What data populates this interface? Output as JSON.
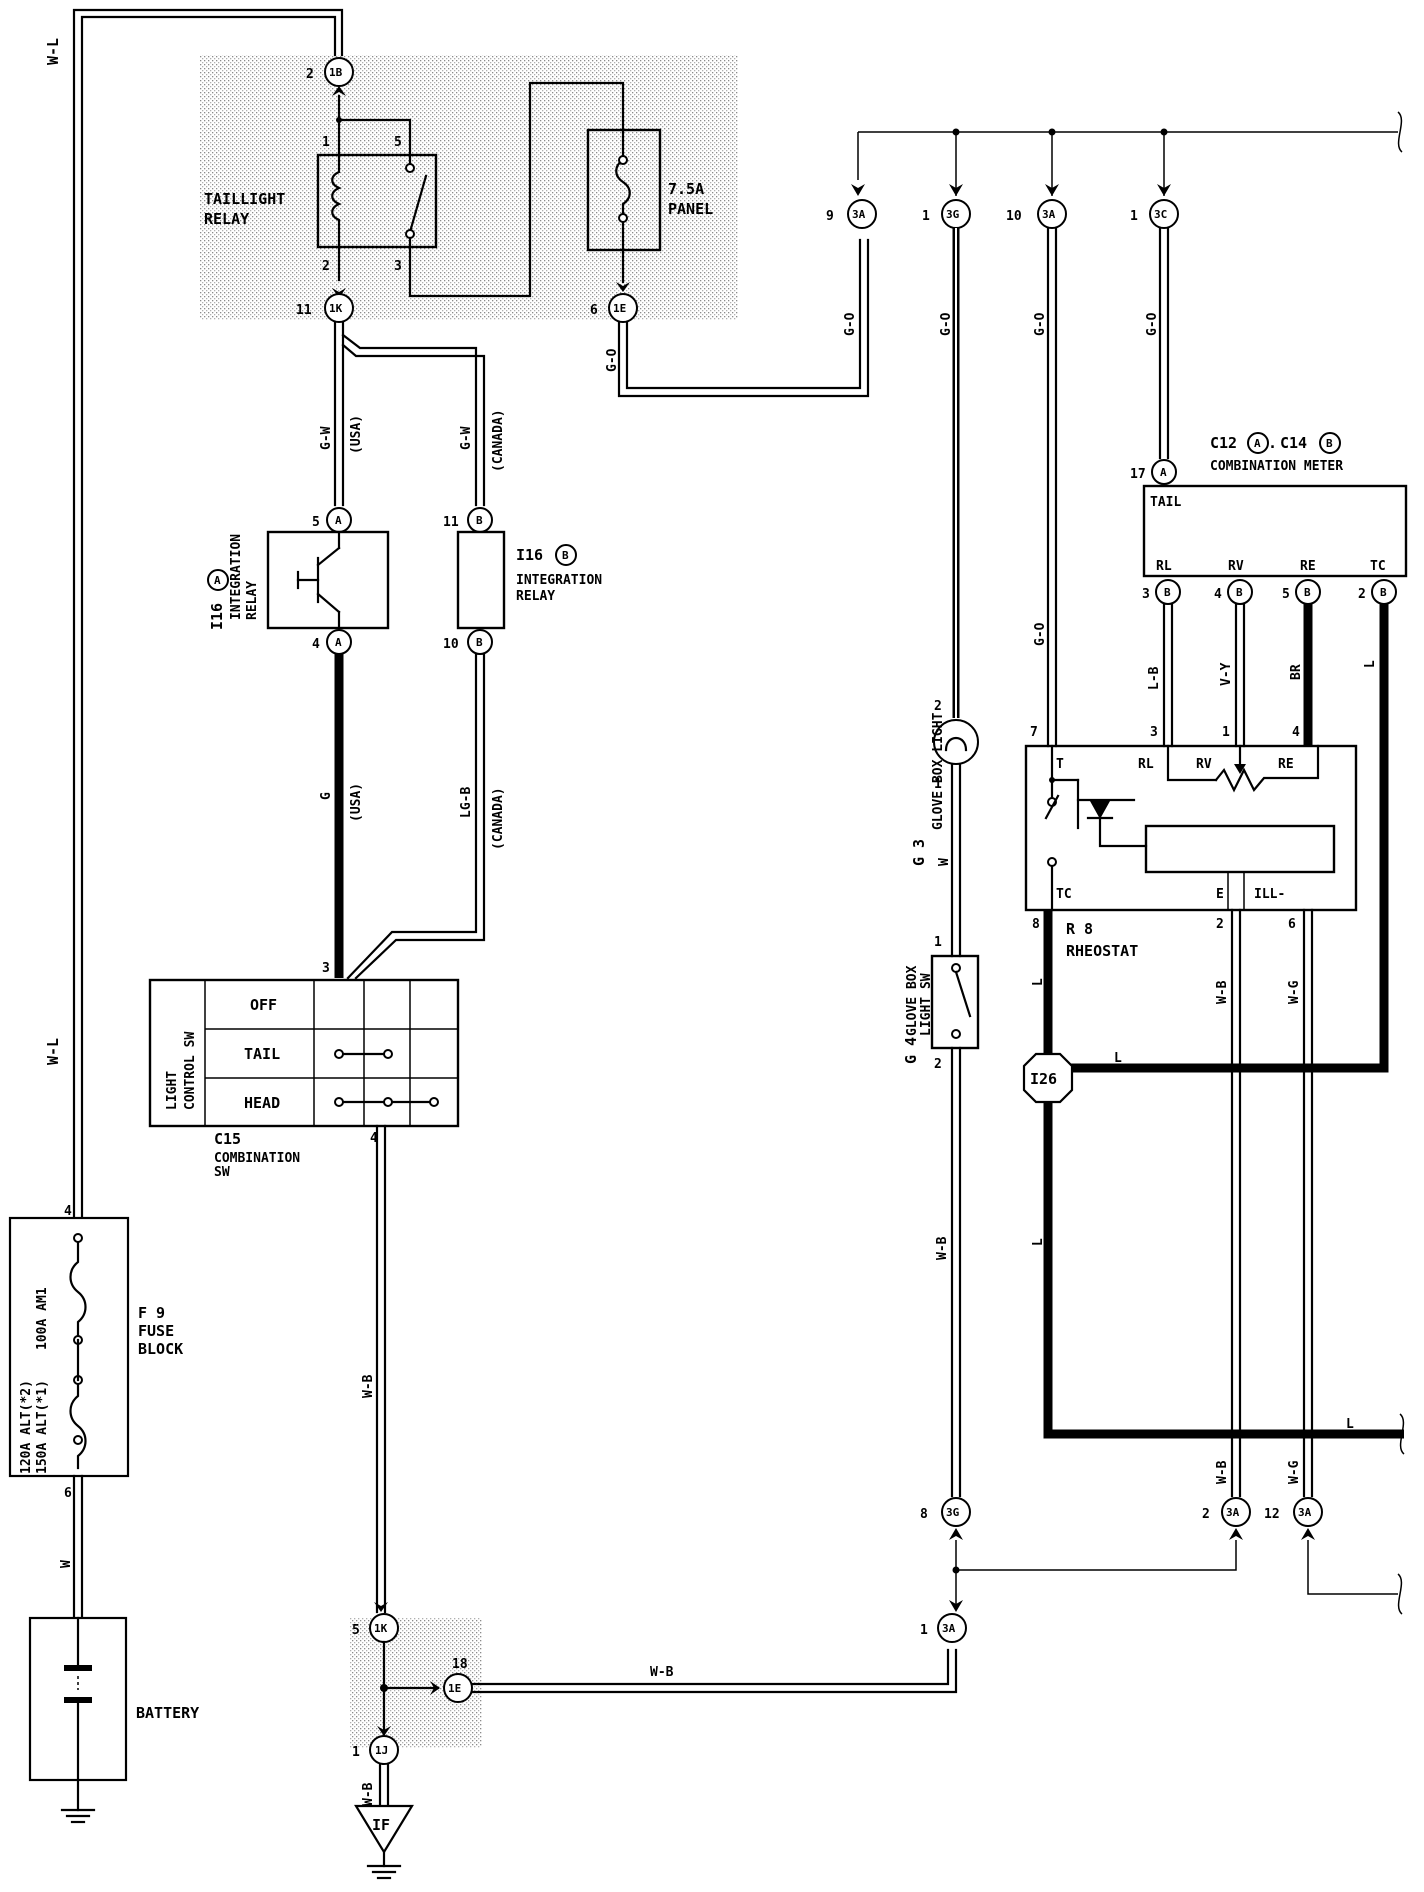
{
  "components": {
    "taillight_relay": {
      "name": "TAILLIGHT",
      "name2": "RELAY"
    },
    "panel_fuse": {
      "rating": "7.5A",
      "name": "PANEL"
    },
    "integration_relay_a": {
      "id": "I16",
      "conn": "A",
      "name": "INTEGRATION",
      "name2": "RELAY"
    },
    "integration_relay_b": {
      "id": "I16",
      "conn": "B",
      "name": "INTEGRATION",
      "name2": "RELAY"
    },
    "combination_sw": {
      "id": "C15",
      "name": "COMBINATION",
      "name2": "SW",
      "side_label": "LIGHT",
      "side_label2": "CONTROL SW",
      "positions": [
        "OFF",
        "TAIL",
        "HEAD"
      ]
    },
    "fuse_block": {
      "id": "F 9",
      "name": "FUSE",
      "name2": "BLOCK",
      "fuse1": "100A AM1",
      "fuse2a": "150A ALT(*1)",
      "fuse2b": "120A ALT(*2)"
    },
    "battery": {
      "name": "BATTERY"
    },
    "combination_meter": {
      "id_a": "C12",
      "conn_a": "A",
      "sep": ".",
      "id_b": "C14",
      "conn_b": "B",
      "name": "COMBINATION METER",
      "inner": "TAIL",
      "terminals": [
        "RL",
        "RV",
        "RE",
        "TC"
      ]
    },
    "rheostat": {
      "id": "R 8",
      "name": "RHEOSTAT",
      "terminals_top": [
        "T",
        "RL",
        "RV",
        "RE"
      ],
      "terminals_bottom": [
        "TC",
        "E",
        "ILL-"
      ]
    },
    "glove_box_light": {
      "id": "G 3",
      "name": "GLOVE BOX LIGHT"
    },
    "glove_box_sw": {
      "id": "G 4",
      "name": "GLOVE BOX",
      "name2": "LIGHT SW"
    },
    "junction_i26": {
      "id": "I26"
    },
    "ground_if": {
      "id": "IF"
    }
  },
  "connectors": {
    "c_1B": "1B",
    "c_1K_top": "1K",
    "c_1E_top": "1E",
    "c_3A_9": "3A",
    "c_3G_1": "3G",
    "c_3A_10": "3A",
    "c_3C_1": "3C",
    "c_17A": "A",
    "c_5A": "A",
    "c_4A": "A",
    "c_11B": "B",
    "c_10B": "B",
    "c_3B": "B",
    "c_4B": "B",
    "c_5B": "B",
    "c_2B": "B",
    "c_3G_8": "3G",
    "c_3A_2": "3A",
    "c_3A_12": "3A",
    "c_3A_1": "3A",
    "c_1K_bot": "1K",
    "c_1E_bot": "1E",
    "c_1J": "1J"
  },
  "pins": {
    "p1B": "2",
    "p_relay1": "1",
    "p_relay5": "5",
    "p_relay2": "2",
    "p_relay3": "3",
    "p1K": "11",
    "p1E": "6",
    "p3A9": "9",
    "p3G1": "1",
    "p3A10": "10",
    "p3C1": "1",
    "p17": "17",
    "p5A": "5",
    "p4A": "4",
    "p11B": "11",
    "p10B": "10",
    "p3B": "3",
    "p4B": "4",
    "p5B": "5",
    "p2B": "2",
    "p_gl2": "2",
    "p_gl1": "1",
    "p_gs1": "1",
    "p_gs2": "2",
    "p_rh7": "7",
    "p_rh3": "3",
    "p_rh1": "1",
    "p_rh4": "4",
    "p_rh8": "8",
    "p_rh2": "2",
    "p_rh6": "6",
    "p_sw3": "3",
    "p_sw4": "4",
    "p_fb4": "4",
    "p_fb6": "6",
    "p3G8": "8",
    "p3A2": "2",
    "p3A12": "12",
    "p3A1": "1",
    "p1Kb": "5",
    "p1Eb": "18",
    "p1J": "1"
  },
  "wires": {
    "w_wl_top": "W-L",
    "w_wl_mid": "W-L",
    "w_w_bat": "W",
    "w_gw_usa": "G-W",
    "w_usa1": "(USA)",
    "w_gw_can": "G-W",
    "w_can1": "(CANADA)",
    "w_go_1e": "G-O",
    "w_go_3a": "G-O",
    "w_go_3g": "G-O",
    "w_go_3a10": "G-O",
    "w_go_3c": "G-O",
    "w_go_rh": "G-O",
    "w_g_usa": "G",
    "w_usa2": "(USA)",
    "w_lgb": "LG-B",
    "w_can2": "(CANADA)",
    "w_w_gl": "W",
    "w_wb_gs": "W-B",
    "w_wb_sw": "W-B",
    "w_wb_bot": "W-B",
    "w_wb_gnd": "W-B",
    "w_lb": "L-B",
    "w_vy": "V-Y",
    "w_br": "BR",
    "w_l_tc": "L",
    "w_l1": "L",
    "w_l2": "L",
    "w_l3": "L",
    "w_l4": "L",
    "w_wb_rh": "W-B",
    "w_wg_rh": "W-G",
    "w_wb_3a": "W-B",
    "w_wg_3a": "W-G"
  }
}
